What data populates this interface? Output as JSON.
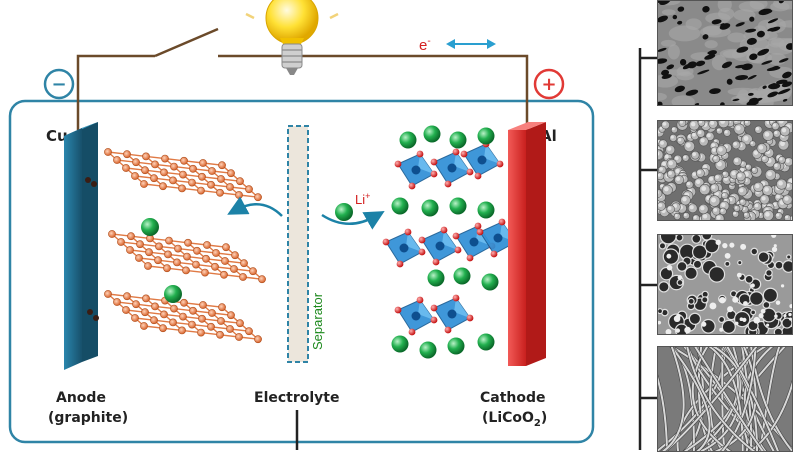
{
  "electrodes": {
    "anode_metal": "Cu",
    "cathode_metal": "Al"
  },
  "terminals": {
    "negative": "−",
    "positive": "+"
  },
  "electron": {
    "symbol": "e",
    "charge": "-"
  },
  "ion": {
    "symbol": "Li",
    "charge": "+"
  },
  "labels": {
    "separator": "Separator",
    "anode": "Anode",
    "anode_material": "(graphite)",
    "electrolyte": "Electrolyte",
    "cathode": "Cathode",
    "cathode_material_open": "(LiCoO",
    "cathode_material_sub": "2",
    "cathode_material_close": ")"
  },
  "colors": {
    "cell_border": "#2f84a6",
    "anode_plate": "#1f6f92",
    "cathode_plate": "#e8302d",
    "graphite": "#e07a45",
    "lithium": "#1fa34a",
    "oxygen": "#e01e1e",
    "cobalt_octahedra": "#2f8fd6",
    "wire": "#6b4a2a",
    "separator_text": "#1e8a1e",
    "electron_text": "#d42020"
  },
  "sem_images": [
    "porous-membrane",
    "particle-coating",
    "foam-membrane",
    "nanofiber-mat"
  ]
}
